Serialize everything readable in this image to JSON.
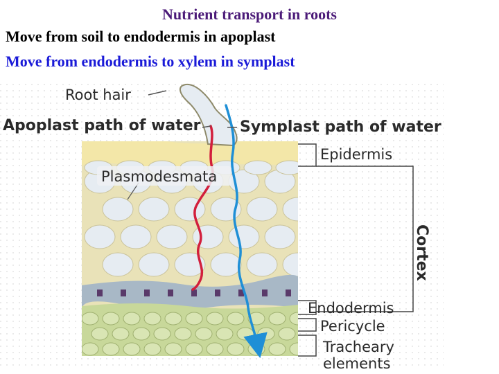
{
  "slide": {
    "title": "Nutrient transport in roots",
    "line1": "Move from soil to endodermis in apoplast",
    "line2": "Move from endodermis to xylem in symplast"
  },
  "diagram": {
    "labels": {
      "root_hair": "Root hair",
      "apoplast": "Apoplast path of water",
      "symplast": "Symplast path of water",
      "plasmodesmata": "Plasmodesmata",
      "epidermis": "Epidermis",
      "cortex": "Cortex",
      "endodermis": "Endodermis",
      "pericycle": "Pericycle",
      "tracheary1": "Tracheary",
      "tracheary2": "elements"
    },
    "colors": {
      "apoplast_path": "#d21f3c",
      "symplast_path": "#1f8fd6",
      "cell_wall": "#e9e2b8",
      "cell": "#e6ecf2",
      "epidermis": "#f3e7a8",
      "endodermis": "#a8b8c6",
      "pericycle": "#c8d89a"
    }
  }
}
